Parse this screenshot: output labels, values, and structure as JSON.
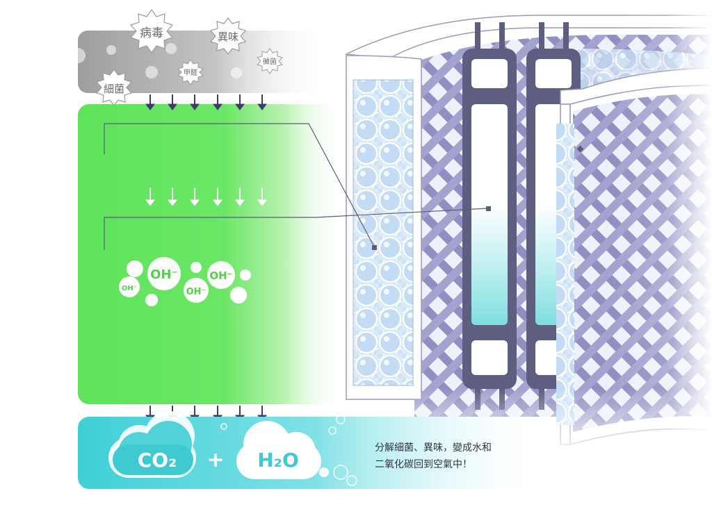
{
  "pollutants": {
    "virus": "病毒",
    "odor": "異味",
    "mold": "黴菌",
    "formaldehyde": "甲醛",
    "bacteria": "細菌"
  },
  "ions": {
    "large_1": "OH⁻",
    "large_2": "OH⁻",
    "small_1": "OH⁻",
    "small_2": "OH⁻"
  },
  "products": {
    "co2": "CO₂",
    "plus": "+",
    "h2o": "H₂O"
  },
  "caption": {
    "line1": "分解細菌、異味，變成水和",
    "line2": "二氧化碳回到空氣中！"
  },
  "colors": {
    "gray_band": "#bdbdbd",
    "green_panel": "#5ee35a",
    "cyan_band": "#49d2d8",
    "filter_frame": "#5e5e80",
    "lattice": "#8f8fc2",
    "bead": "#c8dff5",
    "ion_text": "#4fd24a",
    "arrow": "#3b3d66"
  }
}
